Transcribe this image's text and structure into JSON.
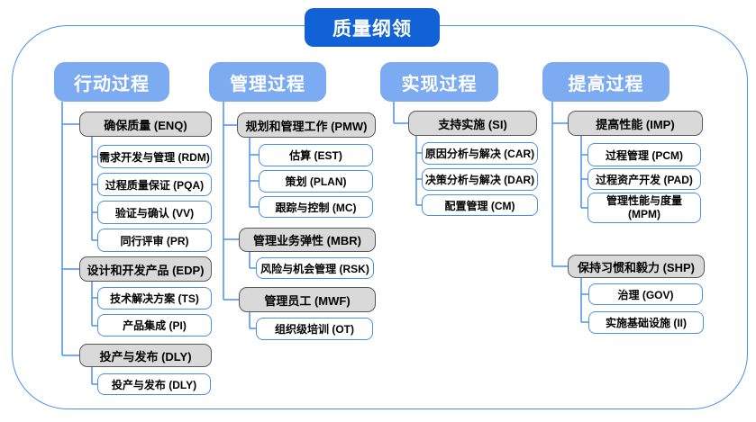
{
  "title": "质量纲领",
  "colors": {
    "title_bg": "#1062d6",
    "header_bg": "#7cabf2",
    "group_bg": "#d9d9d9",
    "group_border": "#595959",
    "item_border": "#4a90e8",
    "line": "#4a90e8"
  },
  "columns": [
    {
      "label": "行动过程",
      "groups": [
        {
          "label": "确保质量 (ENQ)",
          "items": [
            "需求开发与管理 (RDM)",
            "过程质量保证 (PQA)",
            "验证与确认 (VV)",
            "同行评审 (PR)"
          ]
        },
        {
          "label": "设计和开发产品 (EDP)",
          "items": [
            "技术解决方案 (TS)",
            "产品集成 (PI)"
          ]
        },
        {
          "label": "投产与发布 (DLY)",
          "items": [
            "投产与发布 (DLY)"
          ]
        }
      ]
    },
    {
      "label": "管理过程",
      "groups": [
        {
          "label": "规划和管理工作 (PMW)",
          "items": [
            "估算 (EST)",
            "策划 (PLAN)",
            "跟踪与控制 (MC)"
          ]
        },
        {
          "label": "管理业务弹性 (MBR)",
          "items": [
            "风险与机会管理 (RSK)"
          ]
        },
        {
          "label": "管理员工 (MWF)",
          "items": [
            "组织级培训 (OT)"
          ]
        }
      ]
    },
    {
      "label": "实现过程",
      "groups": [
        {
          "label": "支持实施 (SI)",
          "items": [
            "原因分析与解决 (CAR)",
            "决策分析与解决 (DAR)",
            "配置管理 (CM)"
          ]
        }
      ]
    },
    {
      "label": "提高过程",
      "groups": [
        {
          "label": "提高性能 (IMP)",
          "items": [
            "过程管理 (PCM)",
            "过程资产开发 (PAD)",
            "管理性能与度量 (MPM)"
          ]
        },
        {
          "label": "保持习惯和毅力 (SHP)",
          "items": [
            "治理 (GOV)",
            "实施基础设施 (II)"
          ]
        }
      ]
    }
  ]
}
